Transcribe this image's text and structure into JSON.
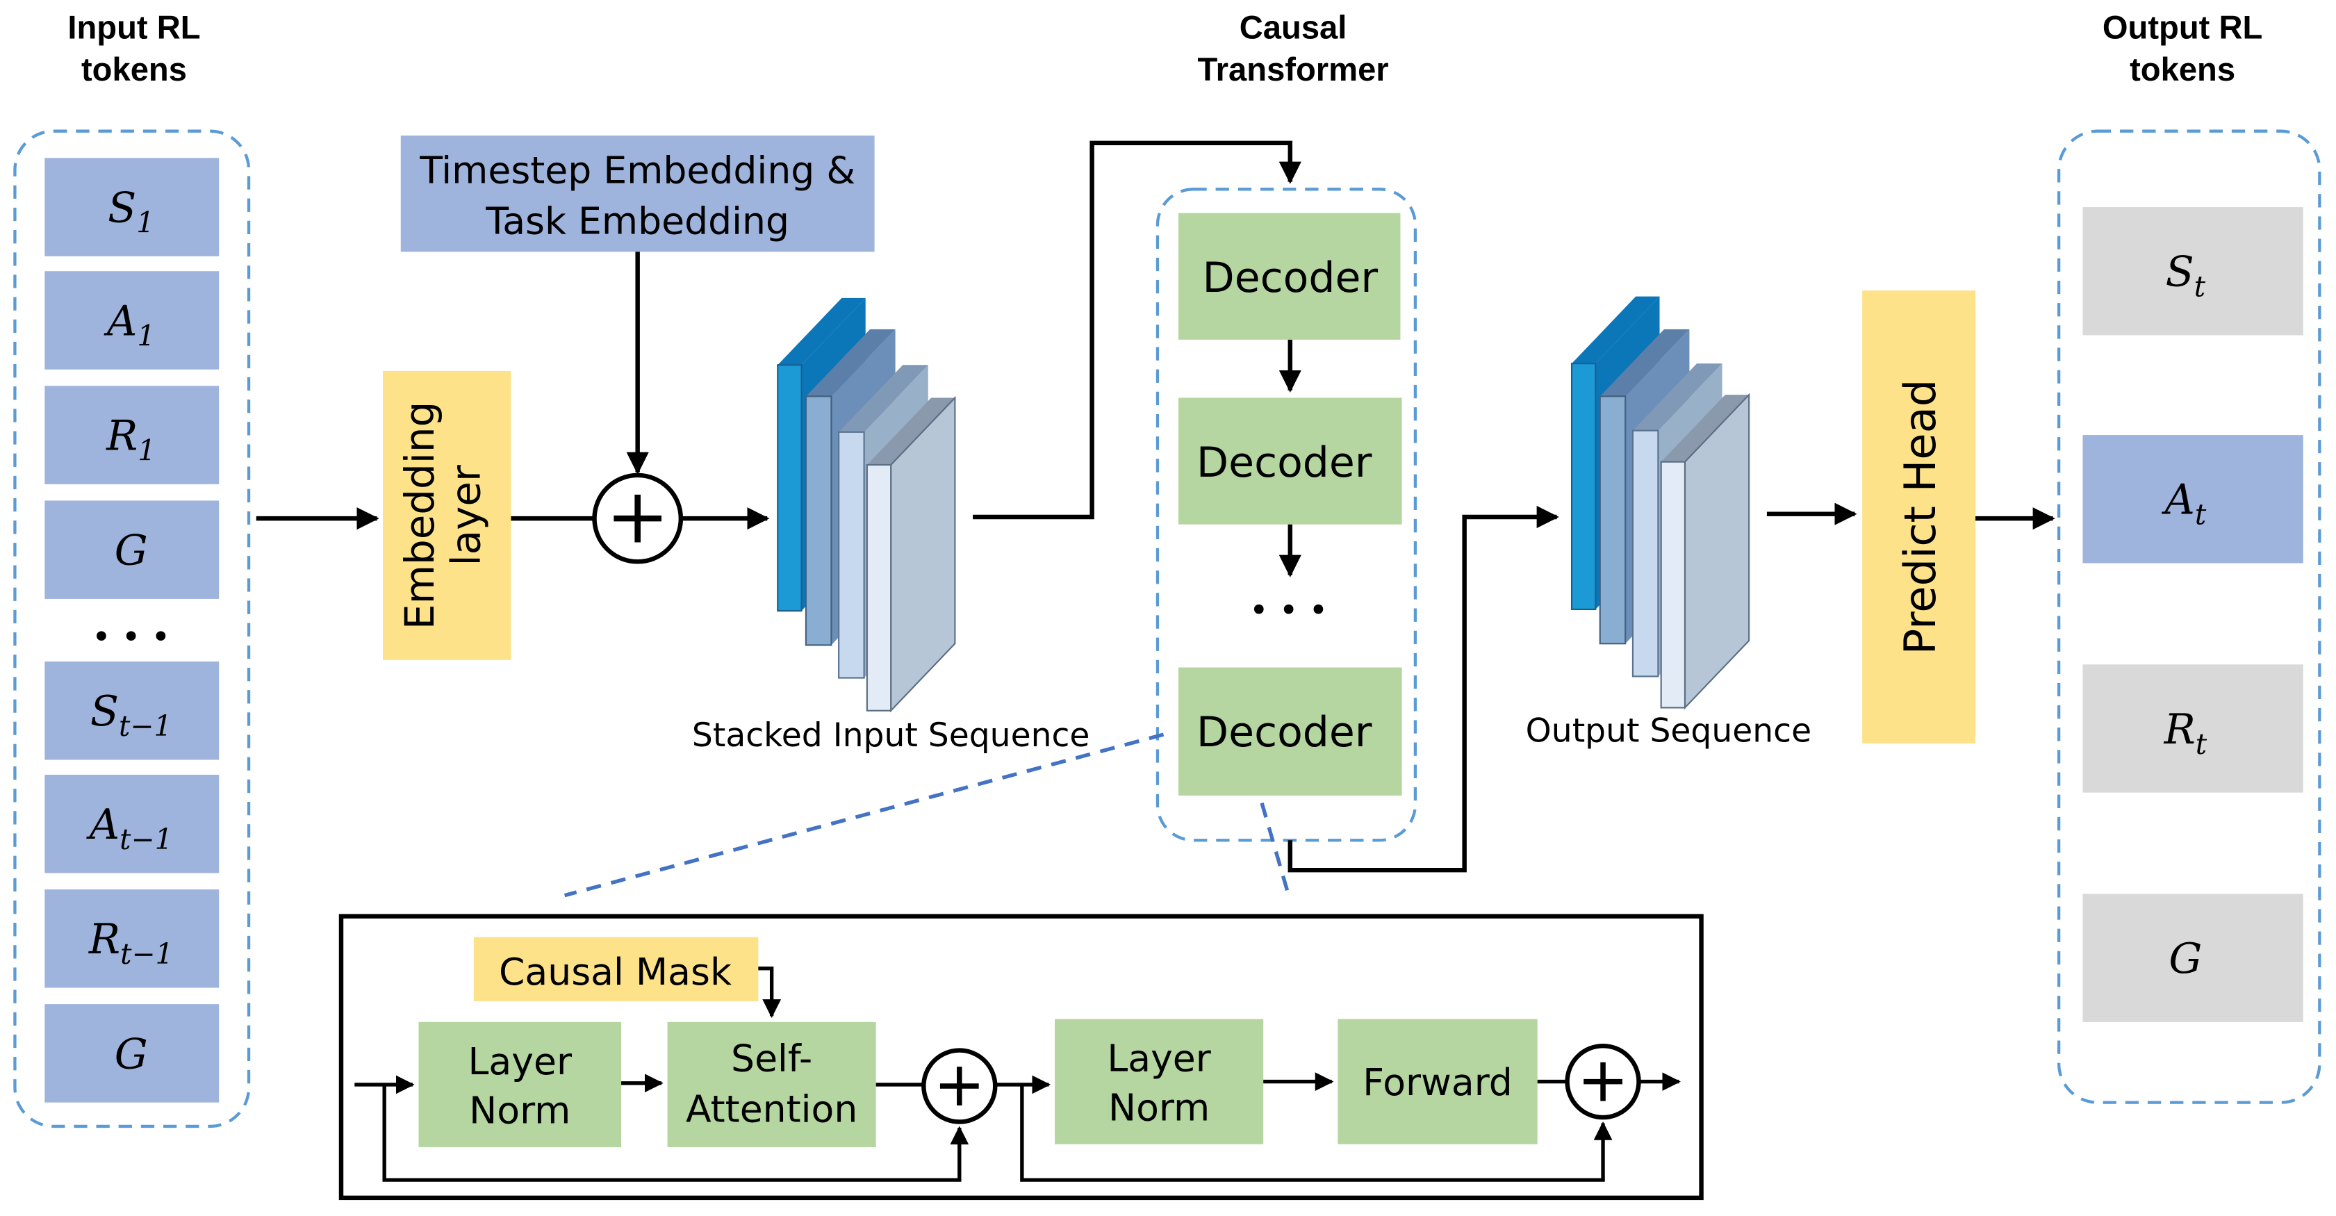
{
  "header": {
    "input_title_line1": "Input RL",
    "input_title_line2": "tokens",
    "transformer_title_line1": "Causal",
    "transformer_title_line2": "Transformer",
    "output_title_line1": "Output RL",
    "output_title_line2": "tokens"
  },
  "input_tokens": [
    {
      "base": "S",
      "sub": "1"
    },
    {
      "base": "A",
      "sub": "1"
    },
    {
      "base": "R",
      "sub": "1"
    },
    {
      "base": "G",
      "sub": ""
    },
    {
      "base": "• • •",
      "sub": ""
    },
    {
      "base": "S",
      "sub": "t−1"
    },
    {
      "base": "A",
      "sub": "t−1"
    },
    {
      "base": "R",
      "sub": "t−1"
    },
    {
      "base": "G",
      "sub": ""
    }
  ],
  "output_tokens": [
    {
      "base": "S",
      "sub": "t"
    },
    {
      "base": "A",
      "sub": "t"
    },
    {
      "base": "R",
      "sub": "t"
    },
    {
      "base": "G",
      "sub": ""
    }
  ],
  "blocks": {
    "embedding_line1": "Embedding",
    "embedding_line2": "layer",
    "timestep_line1": "Timestep Embedding &",
    "timestep_line2": "Task Embedding",
    "plus": "+",
    "stacked_label": "Stacked Input Sequence",
    "output_seq_label": "Output Sequence",
    "predict_head": "Predict Head"
  },
  "decoders": {
    "labels": [
      "Decoder",
      "Decoder",
      "Decoder"
    ],
    "ellipsis": "• • •"
  },
  "detail": {
    "causal_mask": "Causal Mask",
    "layer_norm_line1": "Layer",
    "layer_norm_line2": "Norm",
    "self_attention_line1": "Self-",
    "self_attention_line2": "Attention",
    "layer_norm2_line1": "Layer",
    "layer_norm2_line2": "Norm",
    "forward": "Forward"
  },
  "colors": {
    "token_blue": "#9fb4dd",
    "token_grey": "#d9d9d9",
    "yellow": "#fde28a",
    "green": "#b5d6a0",
    "dashed_border": "#5b9bd5",
    "slab_bright": "#1c9ad6",
    "slab_mid": "#8aaed2",
    "slab_light": "#c6d9ee",
    "slab_grey": "#b7c6d6"
  }
}
